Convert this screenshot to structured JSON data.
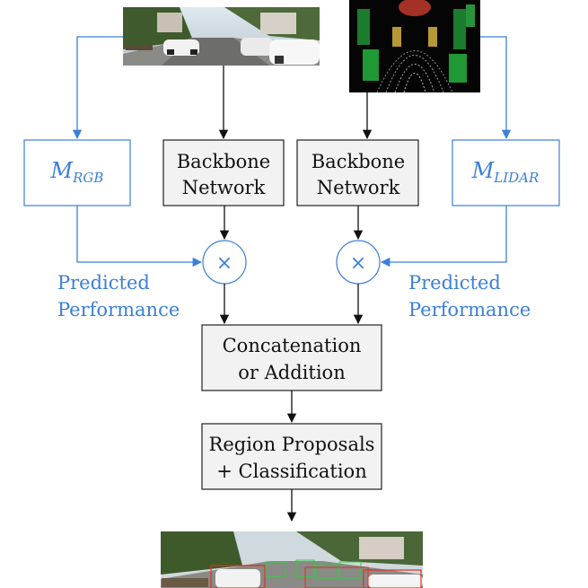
{
  "colors": {
    "accent_blue": "#3b7fd9",
    "box_fill": "#f2f2f2",
    "box_stroke": "#222222",
    "arrow_black": "#111111"
  },
  "nodes": {
    "m_rgb": {
      "main": "M",
      "sub": "RGB"
    },
    "m_lidar": {
      "main": "M",
      "sub": "LIDAR"
    },
    "backbone_left": {
      "line1": "Backbone",
      "line2": "Network"
    },
    "backbone_right": {
      "line1": "Backbone",
      "line2": "Network"
    },
    "multiply_left": {
      "symbol": "×"
    },
    "multiply_right": {
      "symbol": "×"
    },
    "fusion": {
      "line1": "Concatenation",
      "line2": "or Addition"
    },
    "head": {
      "line1": "Region Proposals",
      "line2": "+ Classification"
    }
  },
  "labels": {
    "predicted_left": {
      "line1": "Predicted",
      "line2": "Performance"
    },
    "predicted_right": {
      "line1": "Predicted",
      "line2": "Performance"
    }
  },
  "icons": {
    "rgb_input": "street-camera-photo-icon",
    "lidar_input": "lidar-pointcloud-icon",
    "output": "detection-result-photo-icon"
  }
}
